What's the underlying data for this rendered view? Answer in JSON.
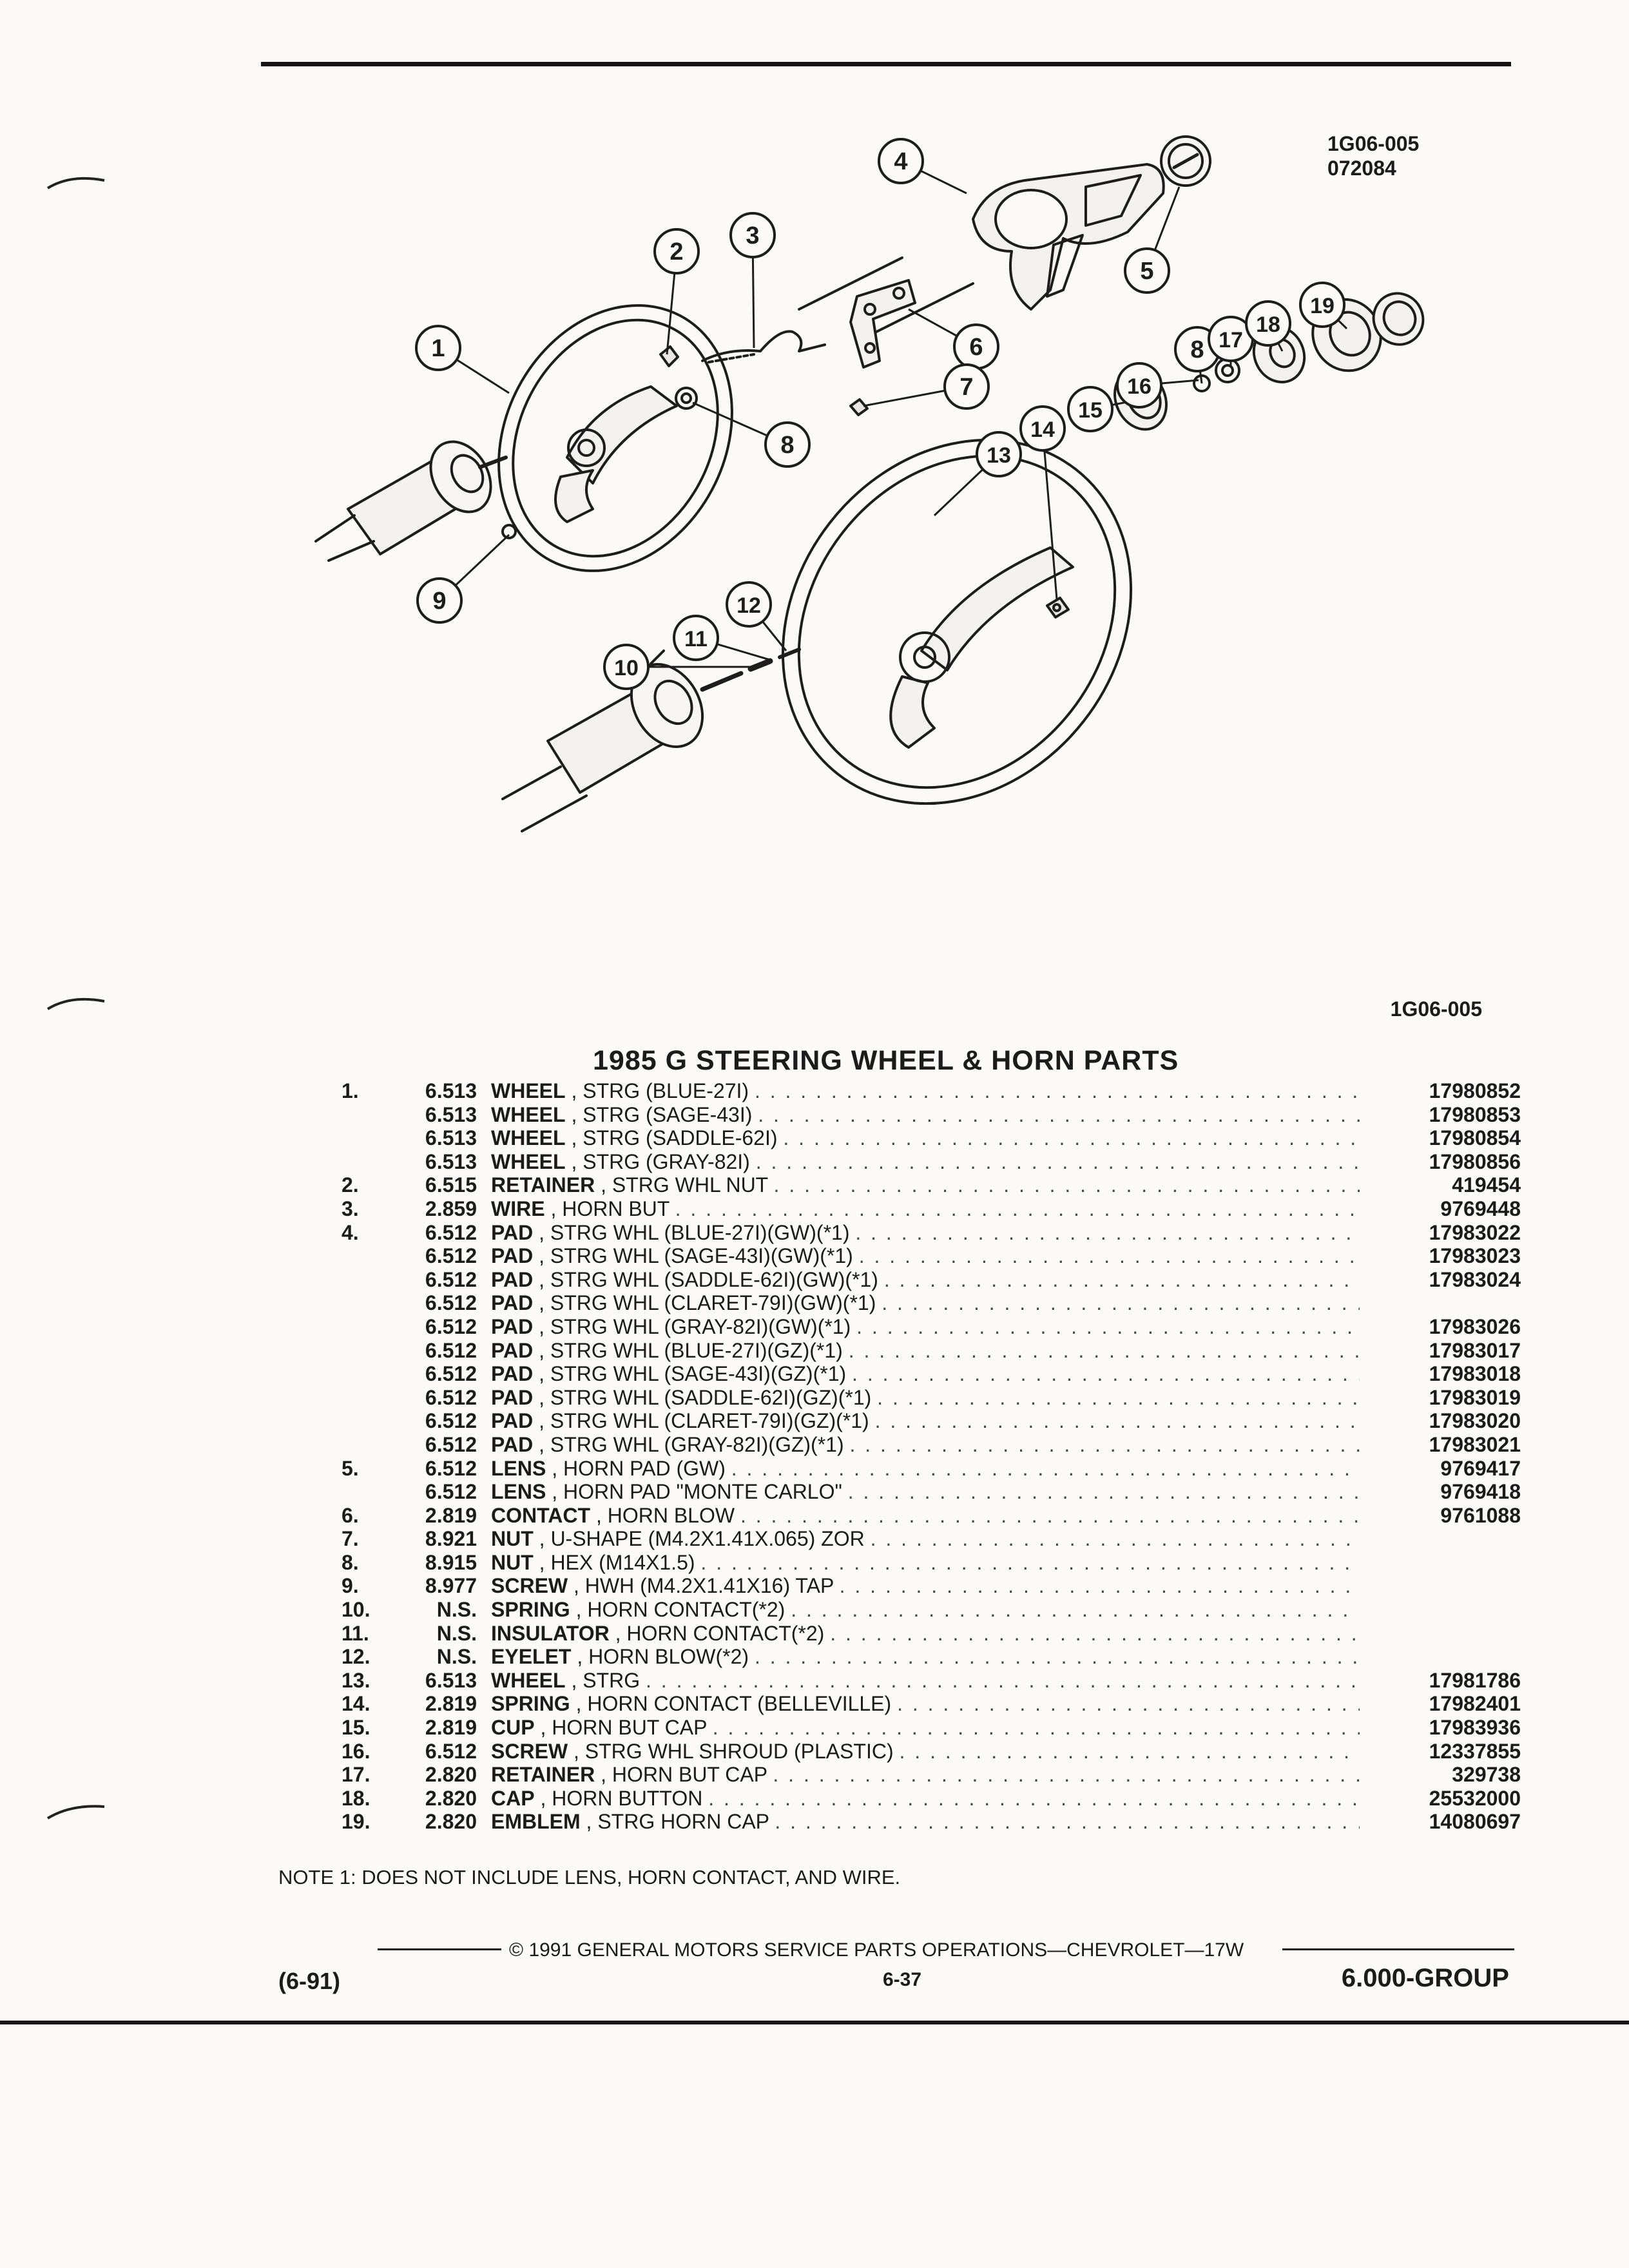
{
  "header": {
    "figure_code": "1G06-005",
    "date_code": "072084"
  },
  "diagram": {
    "callouts": [
      "1",
      "2",
      "3",
      "4",
      "5",
      "6",
      "7",
      "8",
      "8",
      "9",
      "10",
      "11",
      "12",
      "13",
      "14",
      "15",
      "16",
      "17",
      "18",
      "19"
    ],
    "figure_code": "1G06-005"
  },
  "title": "1985 G STEERING WHEEL & HORN PARTS",
  "parts": [
    {
      "ref": "1.",
      "group": "6.513",
      "name": "WHEEL",
      "desc": ", STRG (BLUE-27I)",
      "pn": "17980852"
    },
    {
      "ref": "",
      "group": "6.513",
      "name": "WHEEL",
      "desc": ", STRG (SAGE-43I)",
      "pn": "17980853"
    },
    {
      "ref": "",
      "group": "6.513",
      "name": "WHEEL",
      "desc": ", STRG (SADDLE-62I)",
      "pn": "17980854"
    },
    {
      "ref": "",
      "group": "6.513",
      "name": "WHEEL",
      "desc": ", STRG (GRAY-82I)",
      "pn": "17980856"
    },
    {
      "ref": "2.",
      "group": "6.515",
      "name": "RETAINER",
      "desc": ", STRG WHL NUT",
      "pn": "419454"
    },
    {
      "ref": "3.",
      "group": "2.859",
      "name": "WIRE",
      "desc": ", HORN BUT",
      "pn": "9769448"
    },
    {
      "ref": "4.",
      "group": "6.512",
      "name": "PAD",
      "desc": ", STRG WHL (BLUE-27I)(GW)(*1)",
      "pn": "17983022"
    },
    {
      "ref": "",
      "group": "6.512",
      "name": "PAD",
      "desc": ", STRG WHL (SAGE-43I)(GW)(*1)",
      "pn": "17983023"
    },
    {
      "ref": "",
      "group": "6.512",
      "name": "PAD",
      "desc": ", STRG WHL (SADDLE-62I)(GW)(*1)",
      "pn": "17983024"
    },
    {
      "ref": "",
      "group": "6.512",
      "name": "PAD",
      "desc": ", STRG WHL (CLARET-79I)(GW)(*1)",
      "pn": ""
    },
    {
      "ref": "",
      "group": "6.512",
      "name": "PAD",
      "desc": ", STRG WHL (GRAY-82I)(GW)(*1)",
      "pn": "17983026"
    },
    {
      "ref": "",
      "group": "6.512",
      "name": "PAD",
      "desc": ", STRG WHL (BLUE-27I)(GZ)(*1)",
      "pn": "17983017"
    },
    {
      "ref": "",
      "group": "6.512",
      "name": "PAD",
      "desc": ", STRG WHL (SAGE-43I)(GZ)(*1)",
      "pn": "17983018"
    },
    {
      "ref": "",
      "group": "6.512",
      "name": "PAD",
      "desc": ", STRG WHL (SADDLE-62I)(GZ)(*1)",
      "pn": "17983019"
    },
    {
      "ref": "",
      "group": "6.512",
      "name": "PAD",
      "desc": ", STRG WHL (CLARET-79I)(GZ)(*1)",
      "pn": "17983020"
    },
    {
      "ref": "",
      "group": "6.512",
      "name": "PAD",
      "desc": ", STRG WHL (GRAY-82I)(GZ)(*1)",
      "pn": "17983021"
    },
    {
      "ref": "5.",
      "group": "6.512",
      "name": "LENS",
      "desc": ", HORN PAD (GW)",
      "pn": "9769417"
    },
    {
      "ref": "",
      "group": "6.512",
      "name": "LENS",
      "desc": ", HORN PAD \"MONTE CARLO\"",
      "pn": "9769418"
    },
    {
      "ref": "6.",
      "group": "2.819",
      "name": "CONTACT",
      "desc": ", HORN BLOW",
      "pn": "9761088"
    },
    {
      "ref": "7.",
      "group": "8.921",
      "name": "NUT",
      "desc": ", U-SHAPE (M4.2X1.41X.065) ZOR",
      "pn": ""
    },
    {
      "ref": "8.",
      "group": "8.915",
      "name": "NUT",
      "desc": ", HEX (M14X1.5)",
      "pn": ""
    },
    {
      "ref": "9.",
      "group": "8.977",
      "name": "SCREW",
      "desc": ", HWH (M4.2X1.41X16) TAP",
      "pn": ""
    },
    {
      "ref": "10.",
      "group": "N.S.",
      "name": "SPRING",
      "desc": ", HORN CONTACT(*2)",
      "pn": ""
    },
    {
      "ref": "11.",
      "group": "N.S.",
      "name": "INSULATOR",
      "desc": ", HORN CONTACT(*2)",
      "pn": ""
    },
    {
      "ref": "12.",
      "group": "N.S.",
      "name": "EYELET",
      "desc": ", HORN BLOW(*2)",
      "pn": ""
    },
    {
      "ref": "13.",
      "group": "6.513",
      "name": "WHEEL",
      "desc": ", STRG",
      "pn": "17981786"
    },
    {
      "ref": "14.",
      "group": "2.819",
      "name": "SPRING",
      "desc": ", HORN CONTACT (BELLEVILLE)",
      "pn": "17982401"
    },
    {
      "ref": "15.",
      "group": "2.819",
      "name": "CUP",
      "desc": ", HORN BUT CAP",
      "pn": "17983936"
    },
    {
      "ref": "16.",
      "group": "6.512",
      "name": "SCREW",
      "desc": ", STRG WHL SHROUD (PLASTIC)",
      "pn": "12337855"
    },
    {
      "ref": "17.",
      "group": "2.820",
      "name": "RETAINER",
      "desc": ", HORN BUT CAP",
      "pn": "329738"
    },
    {
      "ref": "18.",
      "group": "2.820",
      "name": "CAP",
      "desc": ", HORN BUTTON",
      "pn": "25532000"
    },
    {
      "ref": "19.",
      "group": "2.820",
      "name": "EMBLEM",
      "desc": ", STRG HORN CAP",
      "pn": "14080697"
    }
  ],
  "note": "NOTE  1:  DOES NOT INCLUDE LENS, HORN CONTACT, AND WIRE.",
  "footer": {
    "copyright": "© 1991 GENERAL MOTORS SERVICE PARTS OPERATIONS—CHEVROLET—17W",
    "date": "(6-91)",
    "page": "6-37",
    "group": "6.000-GROUP"
  }
}
